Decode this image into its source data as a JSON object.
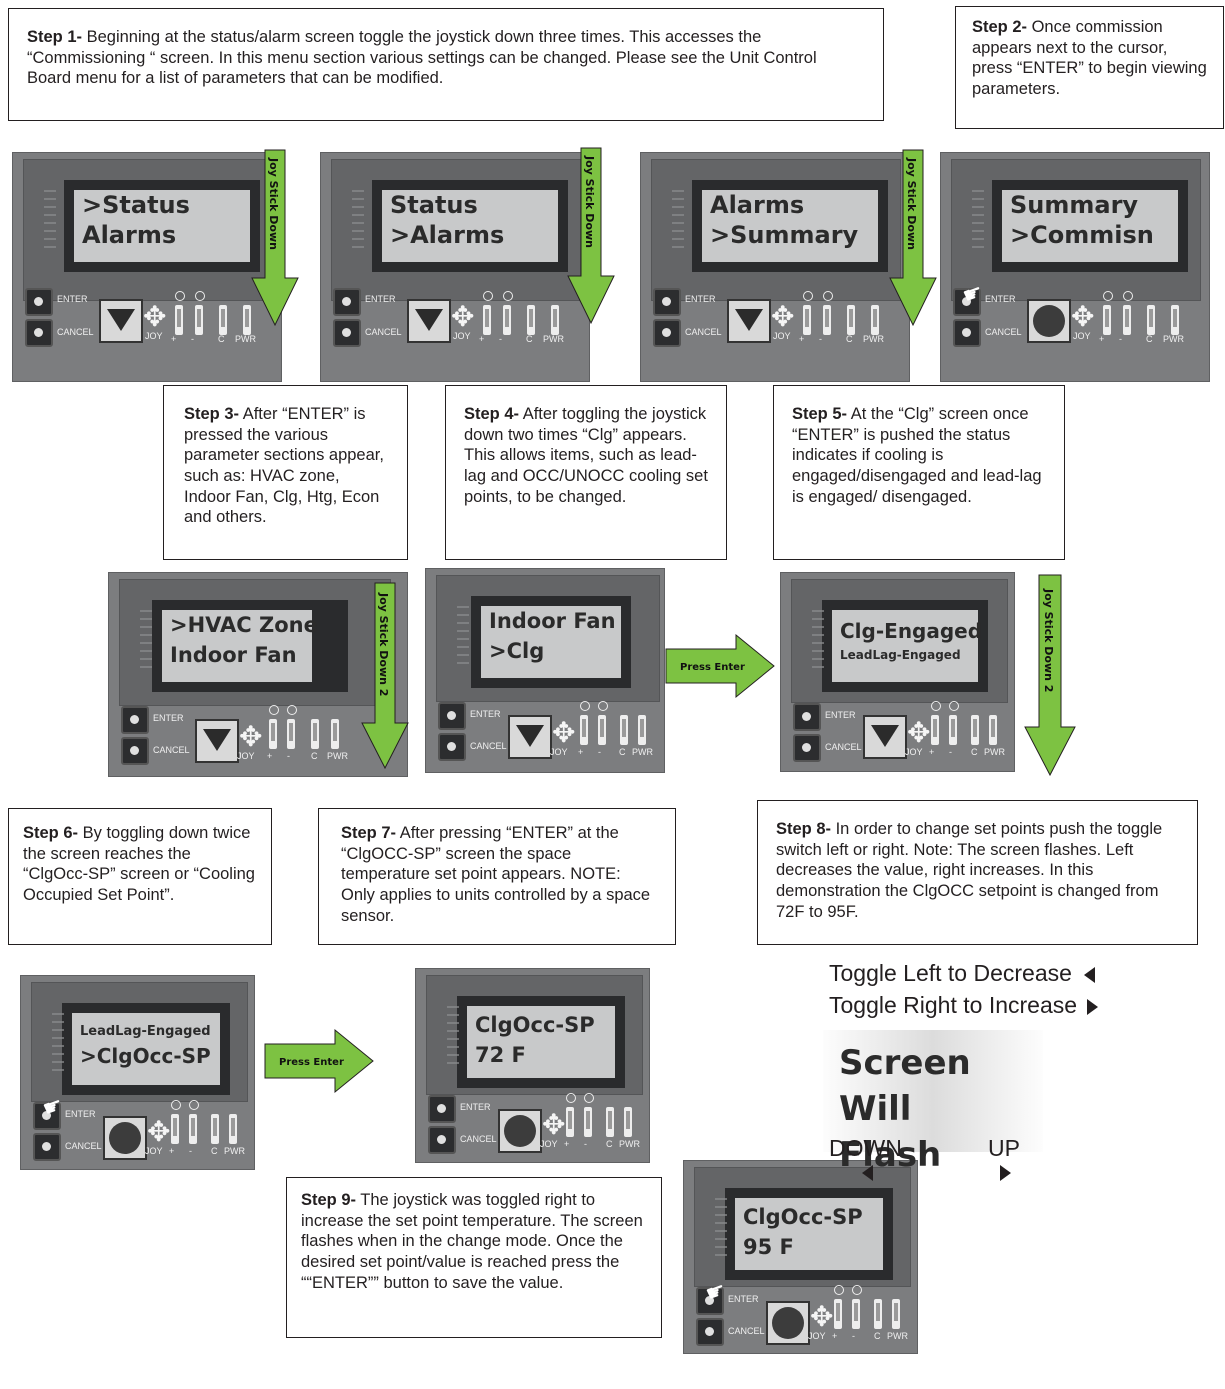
{
  "steps": {
    "s1": {
      "title": "Step 1-",
      "text": " Beginning at the status/alarm screen toggle the joystick down three times. This accesses the “Commissioning “ screen.  In this menu section various settings can be changed. Please see the Unit Control Board menu for a list of parameters that can be modified."
    },
    "s2": {
      "title": "Step 2-",
      "text": " Once commission appears next to the cursor, press “ENTER” to begin viewing parameters."
    },
    "s3": {
      "title": "Step 3-",
      "text": " After “ENTER” is pressed the various parameter sections appear, such as: HVAC zone, Indoor Fan, Clg, Htg, Econ and others."
    },
    "s4": {
      "title": "Step 4-",
      "text": " After toggling the joystick down two times “Clg” appears. This allows items, such as lead-lag and OCC/UNOCC cooling set points, to be changed."
    },
    "s5": {
      "title": "Step 5-",
      "text": " At the “Clg” screen once “ENTER” is pushed the status indicates if cooling is engaged/disengaged and lead-lag is engaged/ disengaged."
    },
    "s6": {
      "title": "Step 6-",
      "text": " By toggling down twice the screen reaches the “ClgOcc-SP” screen or “Cooling Occupied Set Point”."
    },
    "s7": {
      "title": "Step 7-",
      "text": " After pressing “ENTER” at the “ClgOCC-SP” screen the space temperature set point appears. NOTE: Only applies to units controlled by a space sensor."
    },
    "s8": {
      "title": "Step 8-",
      "text": " In order to change set points push the toggle switch left or right. Note: The screen flashes.  Left decreases the value, right increases. In this demonstration the ClgOCC setpoint is changed from 72F to 95F."
    },
    "s9": {
      "title": "Step 9-",
      "text": " The joystick was toggled right to increase the set point temperature. The screen flashes when in the change mode. Once the desired set point/value is reached press the ““ENTER”” button to save the value."
    }
  },
  "screens": {
    "p1": [
      ">Status",
      "Alarms"
    ],
    "p2": [
      "Status",
      ">Alarms"
    ],
    "p3": [
      "Alarms",
      ">Summary"
    ],
    "p4": [
      "Summary",
      ">Commisn"
    ],
    "p5": [
      ">HVAC Zone",
      "Indoor Fan"
    ],
    "p6": [
      "Indoor Fan",
      ">Clg"
    ],
    "p7": [
      "Clg-Engaged",
      "LeadLag-Engaged"
    ],
    "p8": [
      "LeadLag-Engaged",
      ">ClgOcc-SP"
    ],
    "p9": [
      "ClgOcc-SP",
      "72 F"
    ],
    "p10": [
      "ClgOcc-SP",
      "95 F"
    ]
  },
  "panel_labels": {
    "enter": "ENTER",
    "cancel": "CANCEL",
    "joy": "JOY",
    "plus": "+",
    "minus": "-",
    "c": "C",
    "pwr": "PWR"
  },
  "arrows": {
    "joy_down": "Joy Stick Down",
    "joy_down_2": "Joy Stick Down 2",
    "press_enter": "Press Enter"
  },
  "toggle": {
    "left": "Toggle Left to Decrease",
    "right": "Toggle Right to Increase",
    "flash_line1": "Screen Will",
    "flash_line2": "Flash",
    "down": "DOWN",
    "up": "UP"
  },
  "colors": {
    "arrow_green": "#7dc242",
    "arrow_outline": "#231f20",
    "panel_gray": "#7c7d7f",
    "lcd_gray": "#c8c9ca"
  }
}
